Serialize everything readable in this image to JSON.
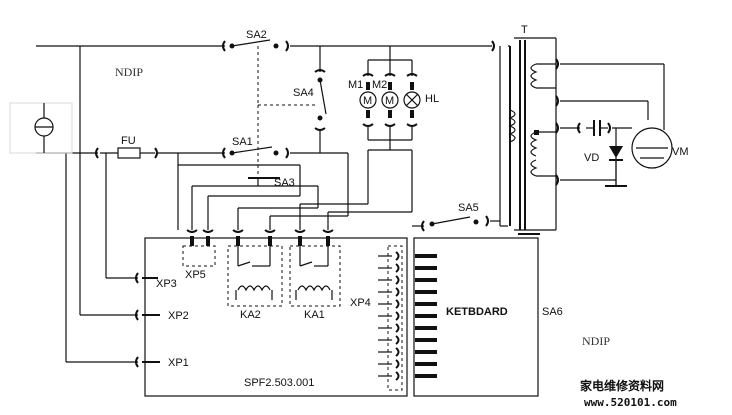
{
  "labels": {
    "ndip_top": "NDIP",
    "ndip_bottom": "NDIP",
    "sa1": "SA1",
    "sa2": "SA2",
    "sa3": "SA3",
    "sa4": "SA4",
    "sa5": "SA5",
    "sa6": "SA6",
    "fu": "FU",
    "m1": "M1",
    "m2": "M2",
    "hl": "HL",
    "t": "T",
    "vd": "VD",
    "vm": "VM",
    "xp1": "XP1",
    "xp2": "XP2",
    "xp3": "XP3",
    "xp4": "XP4",
    "xp5": "XP5",
    "ka1": "KA1",
    "ka2": "KA2",
    "keyboard": "KETBDARD",
    "board": "SPF2.503.001",
    "motor_glyph": "M",
    "watermark_cn": "家电维修资料网",
    "watermark_url": "www.520101.com"
  }
}
